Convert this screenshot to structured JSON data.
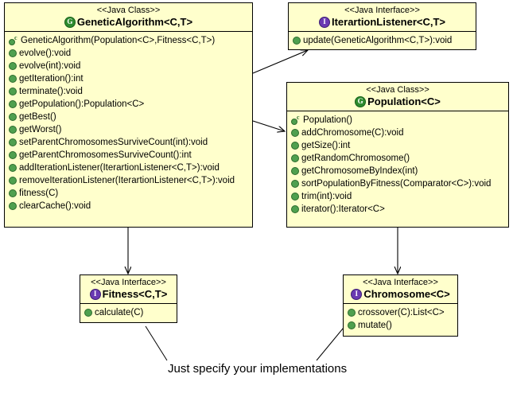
{
  "diagram": {
    "title": "Genetic Algorithm UML class diagram",
    "background_color": "#ffffff",
    "box_fill_color": "#ffffcc",
    "box_border_color": "#000000",
    "class_icon_color": "#2e8b2e",
    "interface_icon_color": "#6a3ab2",
    "member_icon_color": "#4fa04f",
    "caption": "Just specify your implementations"
  },
  "icons": {
    "class_icon_letter": "G",
    "interface_icon_letter": "I",
    "constructor_superscript": "c"
  },
  "boxes": {
    "genetic_algorithm": {
      "stereotype": "<<Java Class>>",
      "name": "GeneticAlgorithm<C,T>",
      "icon": "class-icon",
      "members": [
        {
          "kind": "constructor",
          "label": "GeneticAlgorithm(Population<C>,Fitness<C,T>)"
        },
        {
          "kind": "method",
          "label": "evolve():void"
        },
        {
          "kind": "method",
          "label": "evolve(int):void"
        },
        {
          "kind": "method",
          "label": "getIteration():int"
        },
        {
          "kind": "method",
          "label": "terminate():void"
        },
        {
          "kind": "method",
          "label": "getPopulation():Population<C>"
        },
        {
          "kind": "method",
          "label": "getBest()"
        },
        {
          "kind": "method",
          "label": "getWorst()"
        },
        {
          "kind": "method",
          "label": "setParentChromosomesSurviveCount(int):void"
        },
        {
          "kind": "method",
          "label": "getParentChromosomesSurviveCount():int"
        },
        {
          "kind": "method",
          "label": "addIterationListener(IterartionListener<C,T>):void"
        },
        {
          "kind": "method",
          "label": "removeIterationListener(IterartionListener<C,T>):void"
        },
        {
          "kind": "method",
          "label": "fitness(C)"
        },
        {
          "kind": "method",
          "label": "clearCache():void"
        }
      ]
    },
    "iteration_listener": {
      "stereotype": "<<Java Interface>>",
      "name": "IterartionListener<C,T>",
      "icon": "interface-icon",
      "members": [
        {
          "kind": "method",
          "label": "update(GeneticAlgorithm<C,T>):void"
        }
      ]
    },
    "population": {
      "stereotype": "<<Java Class>>",
      "name": "Population<C>",
      "icon": "class-icon",
      "members": [
        {
          "kind": "constructor",
          "label": "Population()"
        },
        {
          "kind": "method",
          "label": "addChromosome(C):void"
        },
        {
          "kind": "method",
          "label": "getSize():int"
        },
        {
          "kind": "method",
          "label": "getRandomChromosome()"
        },
        {
          "kind": "method",
          "label": "getChromosomeByIndex(int)"
        },
        {
          "kind": "method",
          "label": "sortPopulationByFitness(Comparator<C>):void"
        },
        {
          "kind": "method",
          "label": "trim(int):void"
        },
        {
          "kind": "method",
          "label": "iterator():Iterator<C>"
        }
      ]
    },
    "fitness": {
      "stereotype": "<<Java Interface>>",
      "name": "Fitness<C,T>",
      "icon": "interface-icon",
      "members": [
        {
          "kind": "method",
          "label": "calculate(C)"
        }
      ]
    },
    "chromosome": {
      "stereotype": "<<Java Interface>>",
      "name": "Chromosome<C>",
      "icon": "interface-icon",
      "members": [
        {
          "kind": "method",
          "label": "crossover(C):List<C>"
        },
        {
          "kind": "method",
          "label": "mutate()"
        }
      ]
    }
  }
}
